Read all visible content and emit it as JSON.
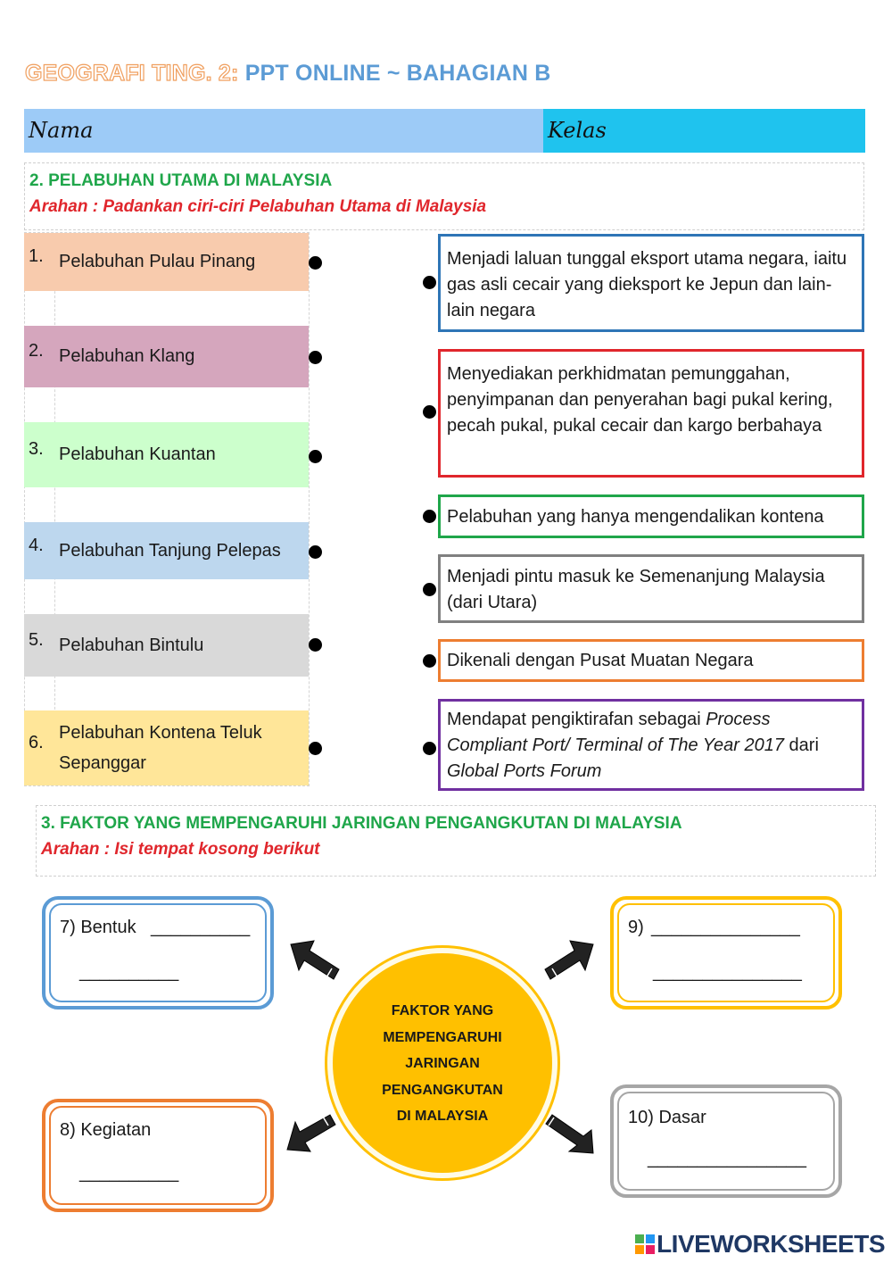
{
  "header": {
    "title_part1": "GEOGRAFI TING. 2:",
    "title_part2": "PPT ONLINE ~ BAHAGIAN B",
    "name_label": "Nama",
    "class_label": "Kelas"
  },
  "section2": {
    "title": "2.  PELABUHAN UTAMA DI MALAYSIA",
    "instruction": "Arahan : Padankan ciri-ciri Pelabuhan Utama di Malaysia",
    "ports": [
      {
        "num": "1.",
        "name": "Pelabuhan Pulau Pinang",
        "color": "#f8cbad"
      },
      {
        "num": "2.",
        "name": "Pelabuhan Klang",
        "color": "#d5a6bd"
      },
      {
        "num": "3.",
        "name": "Pelabuhan Kuantan",
        "color": "#ccffcc"
      },
      {
        "num": "4.",
        "name": "Pelabuhan Tanjung Pelepas",
        "color": "#bdd7ee"
      },
      {
        "num": "5.",
        "name": "Pelabuhan Bintulu",
        "color": "#d9d9d9"
      },
      {
        "num": "6.",
        "name": "Pelabuhan Kontena Teluk Sepanggar",
        "color": "#ffe699"
      }
    ],
    "descriptions": [
      {
        "text": "Menjadi laluan tunggal eksport utama negara, iaitu gas asli cecair yang dieksport ke Jepun dan lain-lain negara",
        "color": "#2e75b6"
      },
      {
        "text": "Menyediakan perkhidmatan pemunggahan, penyimpanan dan penyerahan bagi pukal kering, pecah pukal, pukal cecair dan kargo berbahaya",
        "color": "#e0262c"
      },
      {
        "text": "Pelabuhan yang hanya mengendalikan kontena",
        "color": "#1fa64a"
      },
      {
        "text": "Menjadi pintu masuk ke Semenanjung Malaysia (dari Utara)",
        "color": "#808080"
      },
      {
        "text": "Dikenali dengan Pusat Muatan Negara",
        "color": "#ed7d31"
      },
      {
        "text_parts": [
          "Mendapat pengiktirafan sebagai ",
          "Process Compliant Port/ Terminal of The Year 2017",
          " dari ",
          "Global Ports Forum"
        ],
        "color": "#7030a0"
      }
    ]
  },
  "section3": {
    "title": "3.  FAKTOR YANG MEMPENGARUHI JARINGAN PENGANGKUTAN DI MALAYSIA",
    "instruction": "Arahan : Isi tempat kosong berikut",
    "center": "FAKTOR YANG\nMEMPENGARUHI\nJARINGAN\nPENGANGKUTAN\nDI MALAYSIA",
    "nodes": [
      {
        "label": "7) Bentuk",
        "blank1": "__________",
        "blank2": "__________",
        "color": "#5b9bd5"
      },
      {
        "label": "8) Kegiatan",
        "blank1": "",
        "blank2": "__________",
        "color": "#ed7d31"
      },
      {
        "label": "9)",
        "blank1": "_______________",
        "blank2": "_______________",
        "color": "#ffc000"
      },
      {
        "label": "10) Dasar",
        "blank1": "",
        "blank2": "________________",
        "color": "#a6a6a6"
      }
    ]
  },
  "footer": {
    "brand": "LIVEWORKSHEETS"
  }
}
